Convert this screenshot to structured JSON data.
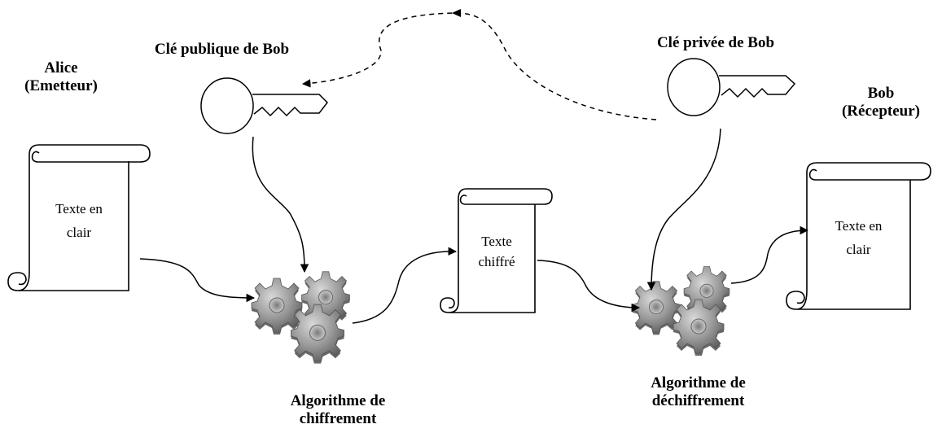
{
  "sender": {
    "name": "Alice",
    "role": "(Emetteur)"
  },
  "receiver": {
    "name": "Bob",
    "role": "(Récepteur)"
  },
  "public_key_label": "Clé  publique de Bob",
  "private_key_label": "Clé  privée de Bob",
  "plaintext_left": {
    "line1": "Texte  en",
    "line2": "clair"
  },
  "ciphertext": {
    "line1": "Texte",
    "line2": "chiffré"
  },
  "plaintext_right": {
    "line1": "Texte  en",
    "line2": "clair"
  },
  "encrypt_algo": {
    "line1": "Algorithme de",
    "line2": "chiffrement"
  },
  "decrypt_algo": {
    "line1": "Algorithme de",
    "line2": "déchiffrement"
  }
}
